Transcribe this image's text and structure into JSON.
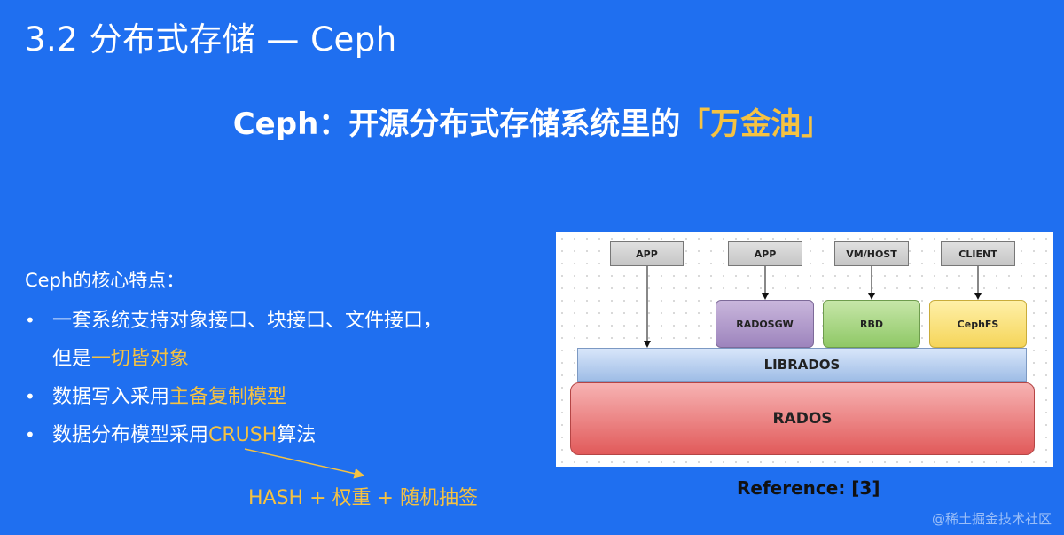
{
  "slide": {
    "title": "3.2 分布式存储 — Ceph",
    "headline_prefix": "Ceph：开源分布式存储系统里的",
    "headline_highlight": "「万金油」",
    "colors": {
      "background": "#1f6ff0",
      "highlight": "#f5c242"
    }
  },
  "features": {
    "heading": "Ceph的核心特点：",
    "items": [
      {
        "text": "一套系统支持对象接口、块接口、文件接口，",
        "text2": "但是",
        "highlight": "一切皆对象"
      },
      {
        "text": "数据写入采用",
        "highlight": "主备复制模型"
      },
      {
        "text": "数据分布模型采用",
        "highlight": "CRUSH",
        "suffix": "算法"
      }
    ],
    "crush_note": "HASH + 权重 + 随机抽签"
  },
  "diagram": {
    "clients": [
      "APP",
      "APP",
      "VM/HOST",
      "CLIENT"
    ],
    "gateways": [
      "RADOSGW",
      "RBD",
      "CephFS"
    ],
    "librados": "LIBRADOS",
    "rados": "RADOS"
  },
  "reference": "Reference: [3]",
  "watermark": "@稀土掘金技术社区"
}
